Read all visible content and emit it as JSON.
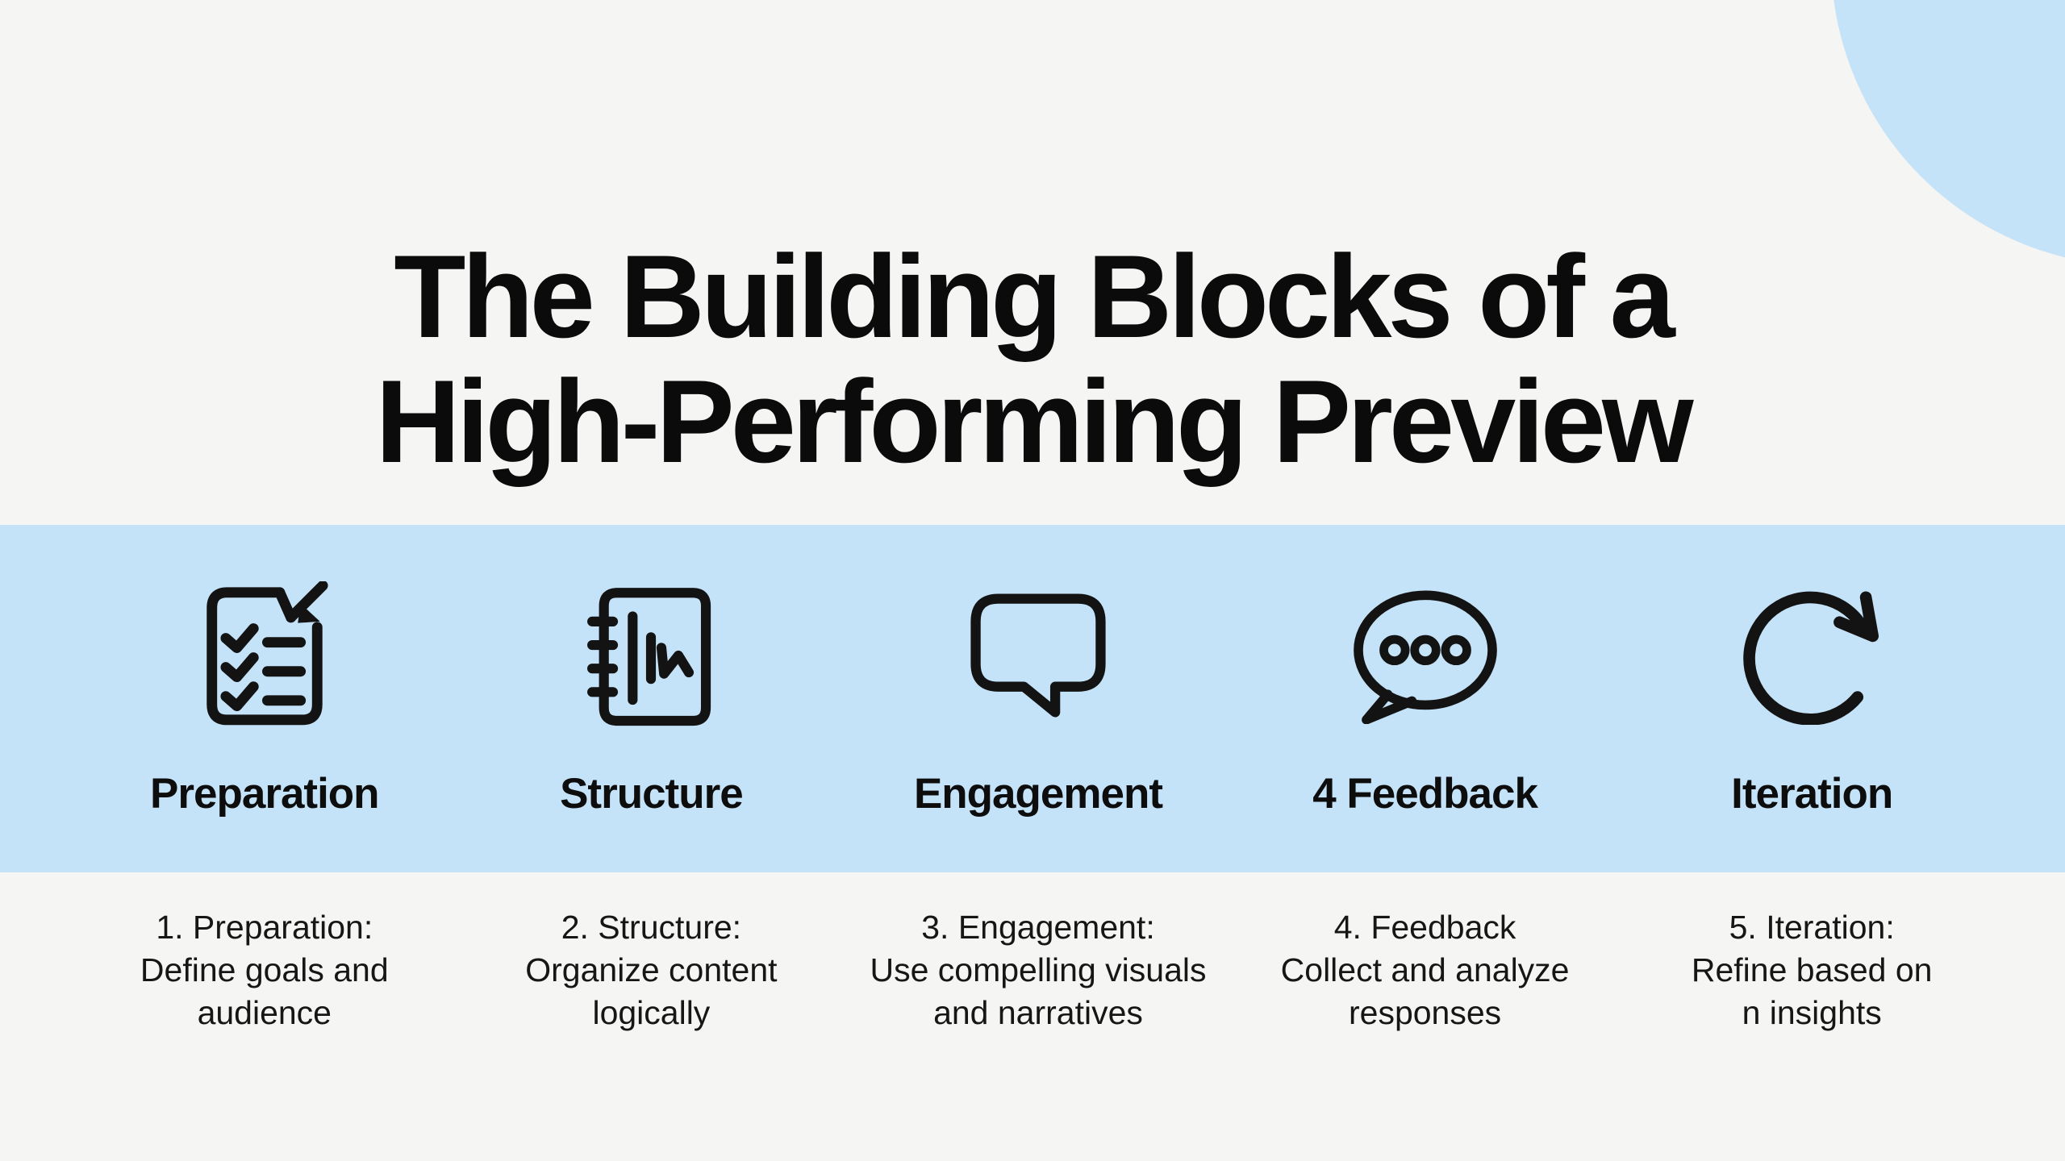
{
  "title": "The Building Blocks of a\nHigh-Performing Preview",
  "colors": {
    "background": "#f5f5f3",
    "band": "#c5e3f8",
    "corner_blob": "#c5e3f8",
    "ink": "#0d0d0d"
  },
  "steps": [
    {
      "icon": "checklist-icon",
      "label": "Preparation",
      "description": "1. Preparation:\nDefine goals and\naudience"
    },
    {
      "icon": "notebook-chart-icon",
      "label": "Structure",
      "description": "2. Structure:\nOrganize content\nlogically"
    },
    {
      "icon": "speech-bubble-icon",
      "label": "Engagement",
      "description": "3. Engagement:\nUse compelling visuals\nand narratives"
    },
    {
      "icon": "chat-dots-icon",
      "label": "4 Feedback",
      "description": "4. Feedback\nCollect and analyze\nresponses"
    },
    {
      "icon": "circular-arrow-icon",
      "label": "Iteration",
      "description": "5. Iteration:\nRefine based on\nn insights"
    }
  ]
}
